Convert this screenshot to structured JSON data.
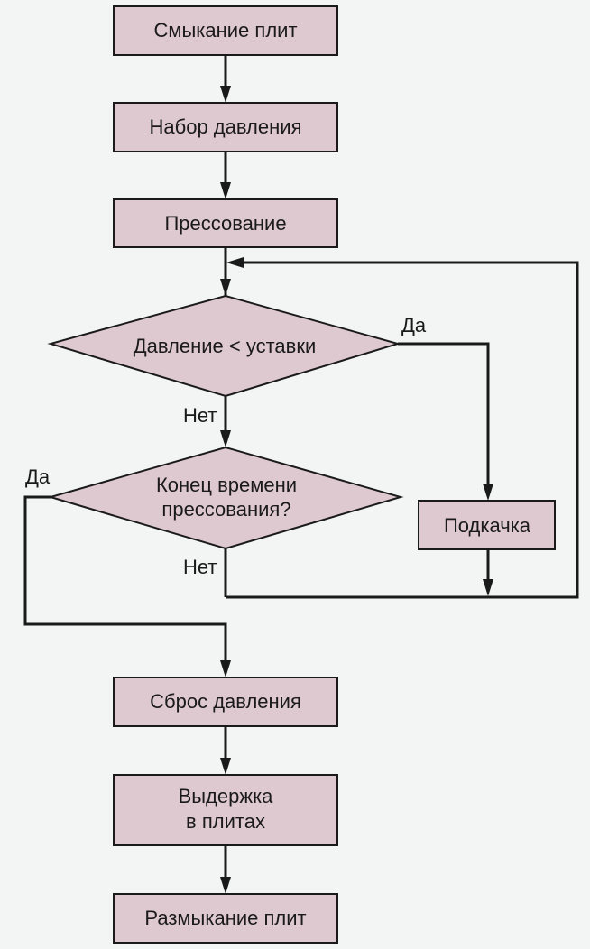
{
  "nodes": {
    "close_plates": "Смыкание плит",
    "pressure_buildup": "Набор давления",
    "pressing": "Прессование",
    "pressure_check": "Давление < уставки",
    "time_check_line1": "Конец времени",
    "time_check_line2": "прессования?",
    "pump_up": "Подкачка",
    "pressure_release": "Сброс давления",
    "hold_line1": "Выдержка",
    "hold_line2": "в плитах",
    "open_plates": "Размыкание плит"
  },
  "edges": {
    "pressure_yes": "Да",
    "pressure_no": "Нет",
    "time_yes": "Да",
    "time_no": "Нет"
  },
  "colors": {
    "node_fill": "#dfc9d0",
    "stroke": "#1a1a1a",
    "background": "#f2f5f4"
  }
}
